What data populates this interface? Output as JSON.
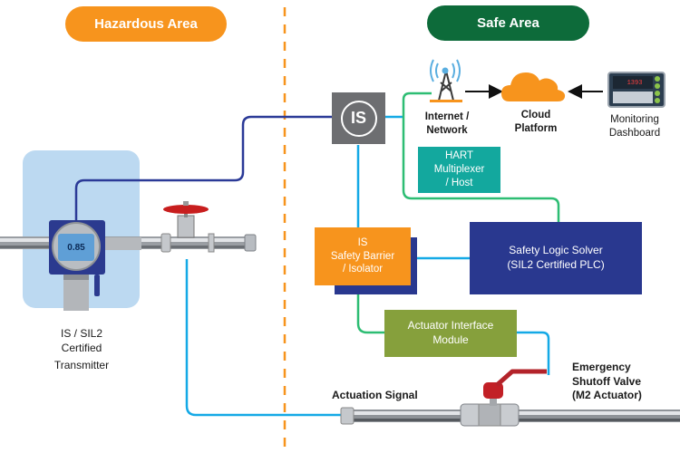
{
  "zones": {
    "hazardous": {
      "label": "Hazardous Area",
      "color": "#f7941d"
    },
    "safe": {
      "label": "Safe Area",
      "color": "#0d6b3a"
    }
  },
  "colors": {
    "divider": "#f7941d",
    "navy_wire": "#2b3a97",
    "cyan_wire": "#14a9e6",
    "green_wire": "#2dbd73",
    "transmitter_panel": "#bcd9f1",
    "is_box": "#6d6e71",
    "hart_box": "#13a89e",
    "barrier_box": "#f7941d",
    "barrier_shadow": "#29388f",
    "plc_box": "#29388f",
    "actuator_box": "#86a03c",
    "cloud": "#f7941d"
  },
  "nodes": {
    "is_badge": {
      "label": "IS"
    },
    "internet": {
      "label": "Internet /\nNetwork",
      "icon": "antenna-tower-icon"
    },
    "cloud": {
      "label": "Cloud\nPlatform",
      "icon": "cloud-icon"
    },
    "dashboard": {
      "label": "Monitoring\nDashboard",
      "icon": "tablet-dashboard-icon"
    },
    "hart": {
      "label": "HART\nMultiplexer\n/ Host"
    },
    "barrier": {
      "label": "IS\nSafety Barrier\n/ Isolator"
    },
    "plc": {
      "label": "Safety Logic Solver\n(SIL2 Certified PLC)"
    },
    "actuator_module": {
      "label": "Actuator Interface\nModule"
    },
    "transmitter": {
      "label": "IS / SIL2\nCertified",
      "sublabel": "Transmitter",
      "display_value": "0.85"
    },
    "actuation_signal": {
      "label": "Actuation Signal"
    },
    "shutoff_valve": {
      "label": "Emergency\nShutoff Valve\n(M2 Actuator)"
    }
  }
}
